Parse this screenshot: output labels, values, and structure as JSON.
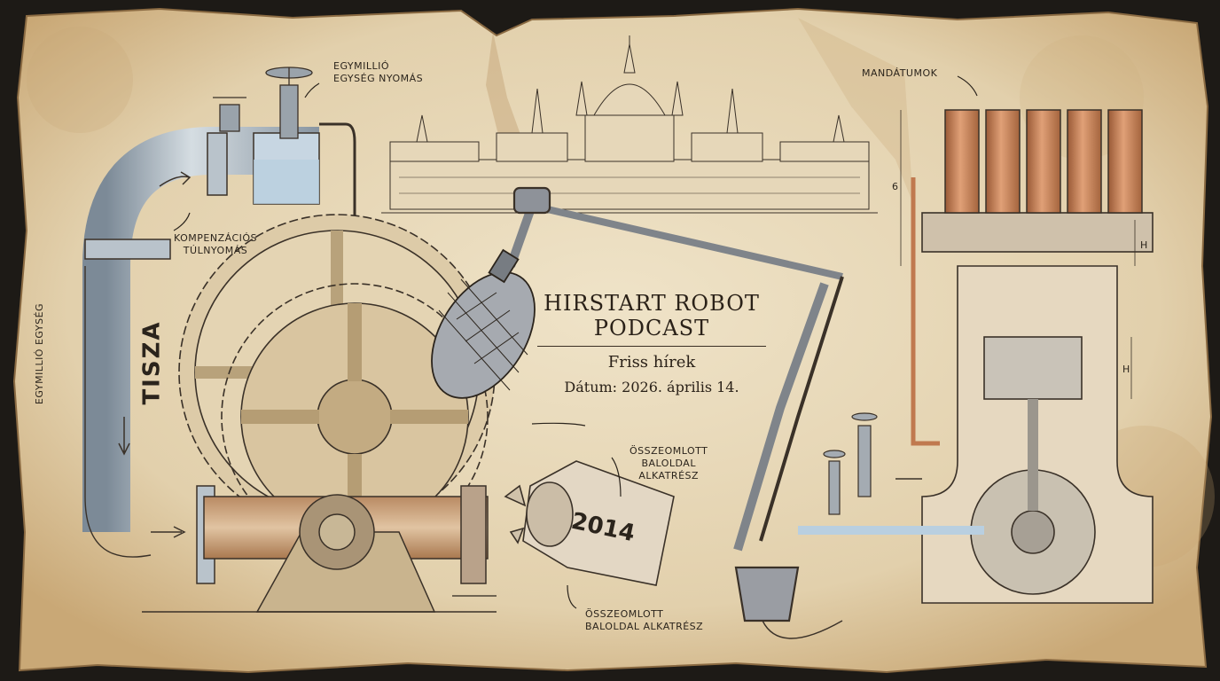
{
  "podcast": {
    "title": "HIRSTART ROBOT PODCAST",
    "subtitle": "Friss hírek",
    "date": "Dátum: 2026. április 14."
  },
  "labels": {
    "valve_pressure": "EGYMILLIÓ\nEGYSÉG NYOMÁS",
    "compensation": "KOMPENZÁCIÓS\nTÚLNYOMÁS",
    "vertical_units": "EGYMILLIÓ EGYSÉG",
    "river": "TISZA",
    "collapsed_left_1": "ÖSSZEOMLOTT\nBALOLDAL\nALKATRÉSZ",
    "collapsed_left_2": "ÖSSZEOMLOTT\nBALOLDAL ALKATRÉSZ",
    "mandates": "MANDÁTUMOK",
    "broken_part_year": "2014",
    "dim_6": "6",
    "dim_h1": "h",
    "dim_h2": "h"
  },
  "colors": {
    "paper": "#e9dcc0",
    "paper_dark": "#c9ad7d",
    "ink": "#2b241c",
    "copper": "#c0794f",
    "steel": "#8f97a0",
    "water": "#b9cfe0"
  }
}
